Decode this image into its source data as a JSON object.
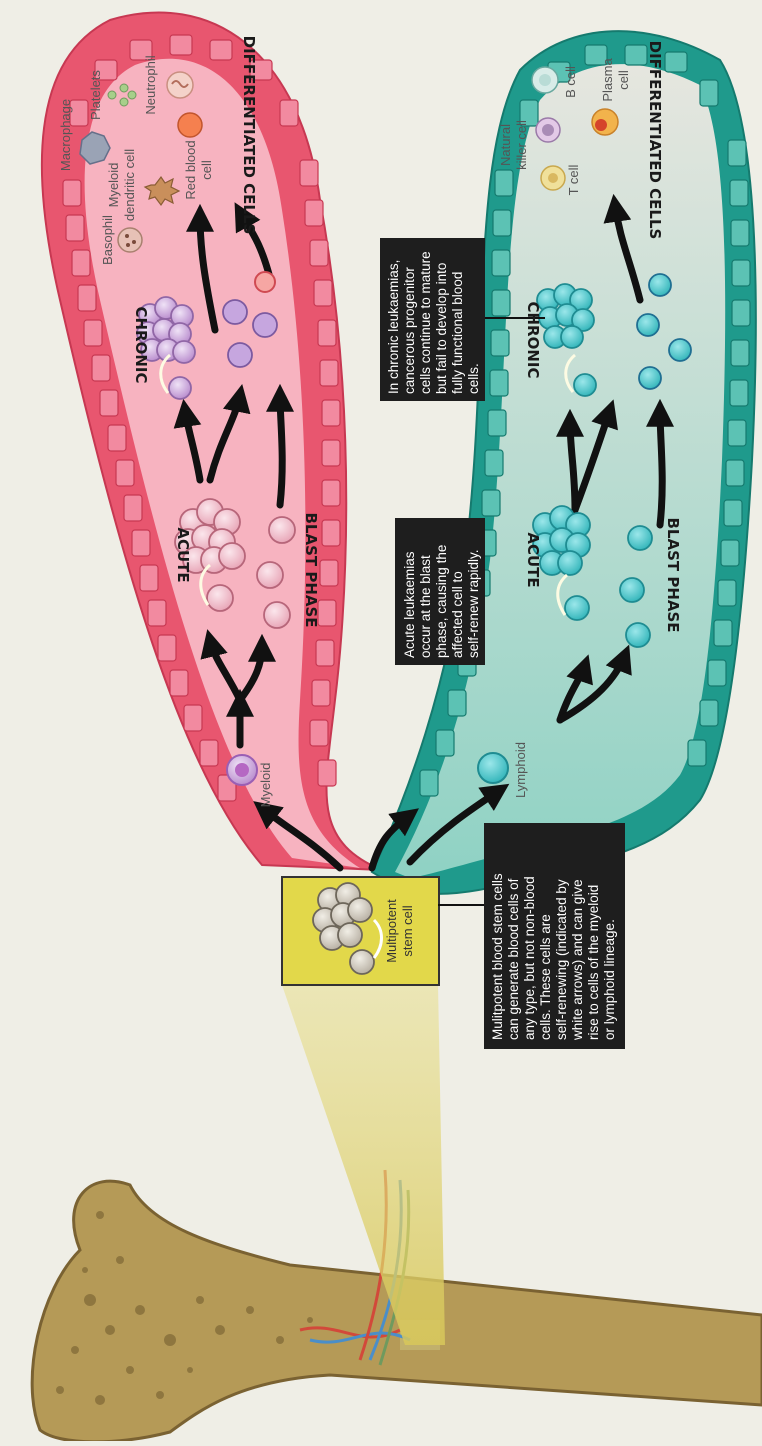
{
  "stem": {
    "label_lines": [
      "Multipotent",
      "stem cell"
    ],
    "callout_lines": [
      "Mulitpotent blood stem cells",
      "can generate blood cells of",
      "any type, but not non-blood",
      "cells. These cells are",
      "self-renewing (indicated by",
      "white arrows) and can give",
      "rise to cells of the myeloid",
      "or lymphoid lineage."
    ]
  },
  "myeloid": {
    "root_label": "Myeloid",
    "acute": "ACUTE",
    "chronic": "CHRONIC",
    "blast_phase": "BLAST PHASE",
    "differentiated": "DIFFERENTIATED CELLS",
    "cells": {
      "macrophage": "Macrophage",
      "platelets": "Platelets",
      "neutrophil": "Neutrophil",
      "myeloid_dc": [
        "Myeloid",
        "dendritic cell"
      ],
      "basophil": "Basophil",
      "red_blood_cell": [
        "Red blood",
        "cell"
      ]
    },
    "colors": {
      "vessel": "#f06a83",
      "lumen": "#f7a8b6",
      "cell": "#c590d2"
    }
  },
  "lymphoid": {
    "root_label": "Lymphoid",
    "acute": "ACUTE",
    "chronic": "CHRONIC",
    "blast_phase": "BLAST PHASE",
    "differentiated": "DIFFERENTIATED CELLS",
    "cells": {
      "natural_killer": [
        "Natural",
        "killer cell"
      ],
      "b_cell": "B cell",
      "plasma_cell": [
        "Plasma",
        "cell"
      ],
      "t_cell": "T cell"
    },
    "colors": {
      "vessel": "#2aa394",
      "lumen": "#d7ddd6",
      "cell": "#47c6cc"
    }
  },
  "callouts": {
    "chronic_lines": [
      "In chronic leukaemias,",
      "cancerous progenitor",
      "cells continue to mature",
      "but fail to develop into",
      "fully functional blood",
      "cells."
    ],
    "acute_lines": [
      "Acute leukaemias",
      "occur at the blast",
      "phase, causing the",
      "affected cell to",
      "self-renew rapidly."
    ]
  }
}
